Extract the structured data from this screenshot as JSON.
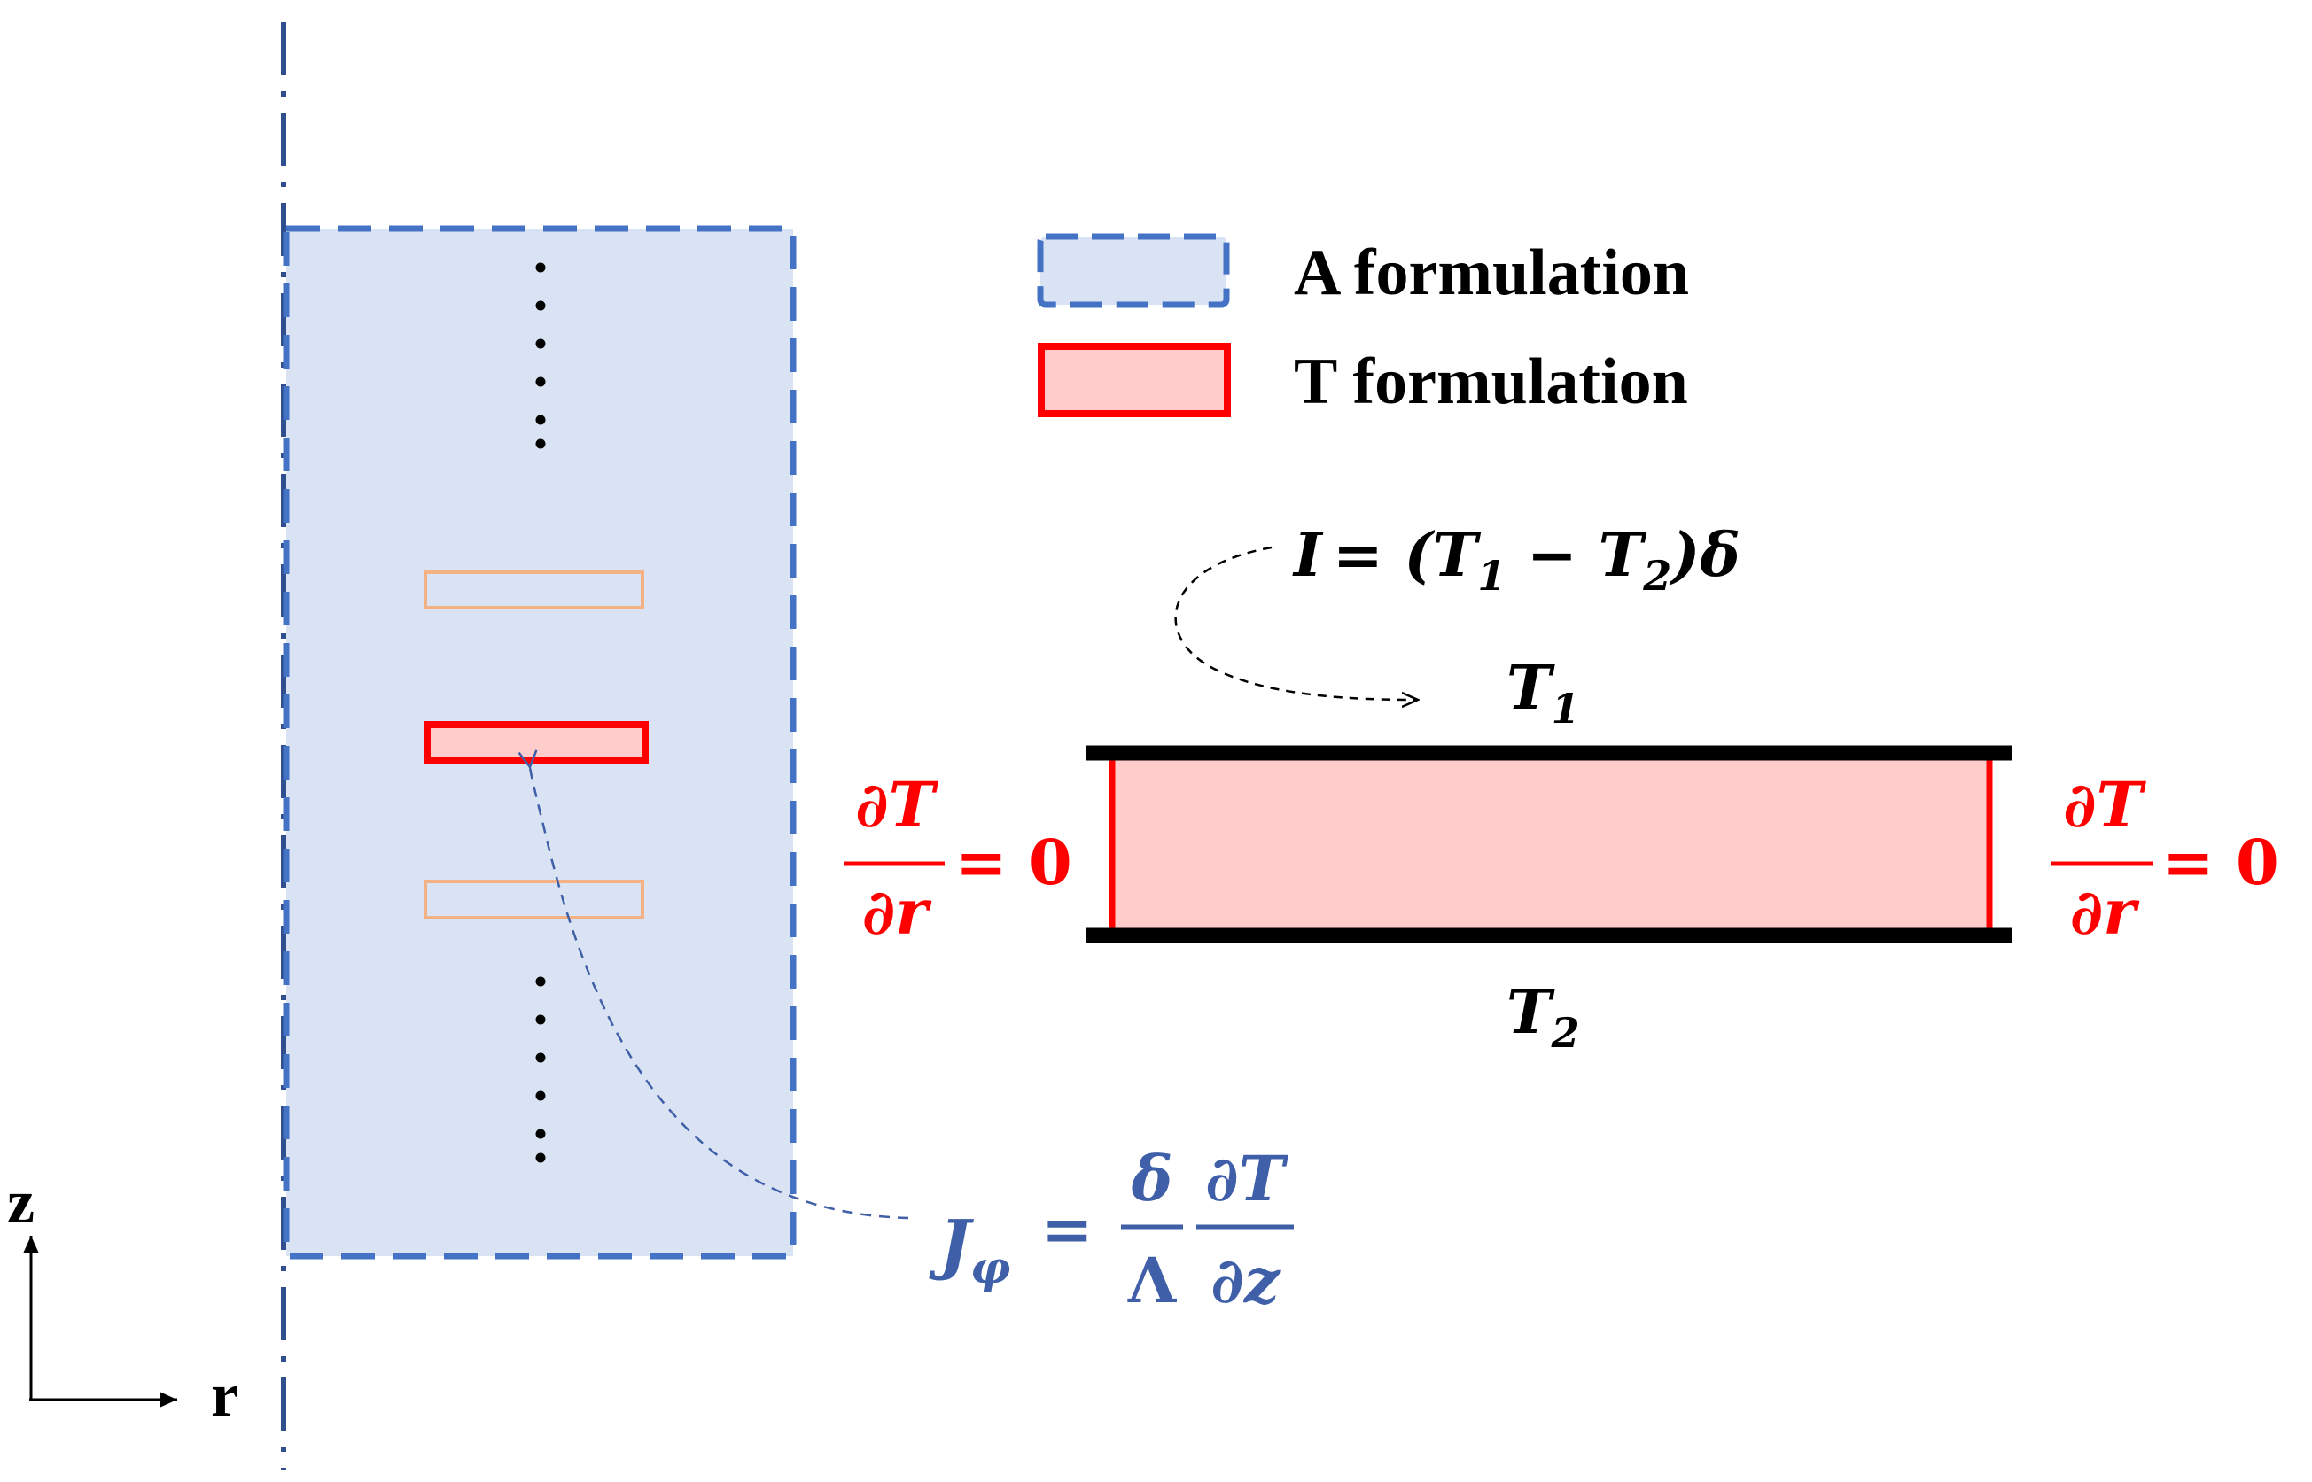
{
  "legend": {
    "a_label": "A formulation",
    "t_label": "T formulation"
  },
  "axes": {
    "z_label": "z",
    "r_label": "r"
  },
  "equations": {
    "current": {
      "lhs": "I",
      "rhs": "= (T",
      "sub1": "1",
      "minus": " − T",
      "sub2": "2",
      "tail": ")δ"
    },
    "t1": {
      "main": "T",
      "sub": "1"
    },
    "t2": {
      "main": "T",
      "sub": "2"
    },
    "bc_left": {
      "num": "∂T",
      "den": "∂r",
      "rhs": "= 0"
    },
    "bc_right": {
      "num": "∂T",
      "den": "∂r",
      "rhs": "= 0"
    },
    "j_phi": {
      "main": "J",
      "sub": "φ",
      "eq": "=",
      "num1": "δ",
      "den1": "Λ",
      "num2": "∂T",
      "den2": "∂z"
    }
  },
  "colors": {
    "a_region_fill": "#dae3f3",
    "a_region_stroke": "#4472c4",
    "t_fill": "#ffcccc",
    "t_stroke": "#ff0000",
    "neighbor_stroke": "#f4b183",
    "red_text": "#ff0000",
    "blue_text": "#3f5fa8",
    "black": "#000000"
  }
}
